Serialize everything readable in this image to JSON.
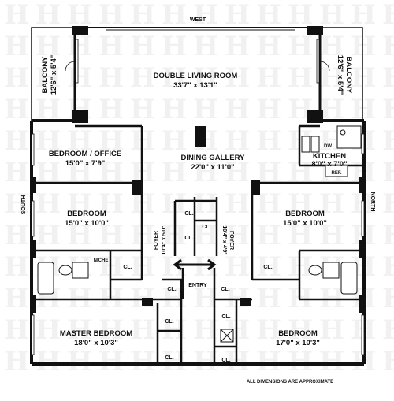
{
  "directions": {
    "west": "West",
    "north": "North",
    "south": "South"
  },
  "rooms": {
    "living": {
      "name": "Double Living Room",
      "dims": "33'7\" x 13'1\""
    },
    "balcony_left": {
      "name": "Balcony",
      "dims": "12'6\" x 5'4\""
    },
    "balcony_right": {
      "name": "Balcony",
      "dims": "12'6\" x 5'4\""
    },
    "bedroom_office": {
      "name": "Bedroom / Office",
      "dims": "15'0\" x 7'9\""
    },
    "dining": {
      "name": "Dining Gallery",
      "dims": "22'0\" x 11'0\""
    },
    "kitchen": {
      "name": "Kitchen",
      "dims": "8'0\" x 7'0\""
    },
    "bedroom_left": {
      "name": "Bedroom",
      "dims": "15'0\" x 10'0\""
    },
    "bedroom_right": {
      "name": "Bedroom",
      "dims": "15'0\" x 10'0\""
    },
    "foyer_left": {
      "name": "Foyer",
      "dims": "10'4\" x 5'0\""
    },
    "foyer_right": {
      "name": "Foyer",
      "dims": "10'4\" x 4'9\""
    },
    "master": {
      "name": "Master Bedroom",
      "dims": "18'0\" x 10'3\""
    },
    "bedroom_se": {
      "name": "Bedroom",
      "dims": "17'0\" x 10'3\""
    }
  },
  "fixtures": {
    "dw": "DW",
    "ref": "Ref.",
    "niche": "Niche",
    "closet": "Cl."
  },
  "entry": "Entry",
  "footnote": "All dimensions are approximate",
  "colors": {
    "wall": "#111111",
    "background": "#ffffff",
    "watermark": "#f1f1f1"
  },
  "icons": [
    "entry-arrow-icon",
    "watermark-h-icon"
  ]
}
